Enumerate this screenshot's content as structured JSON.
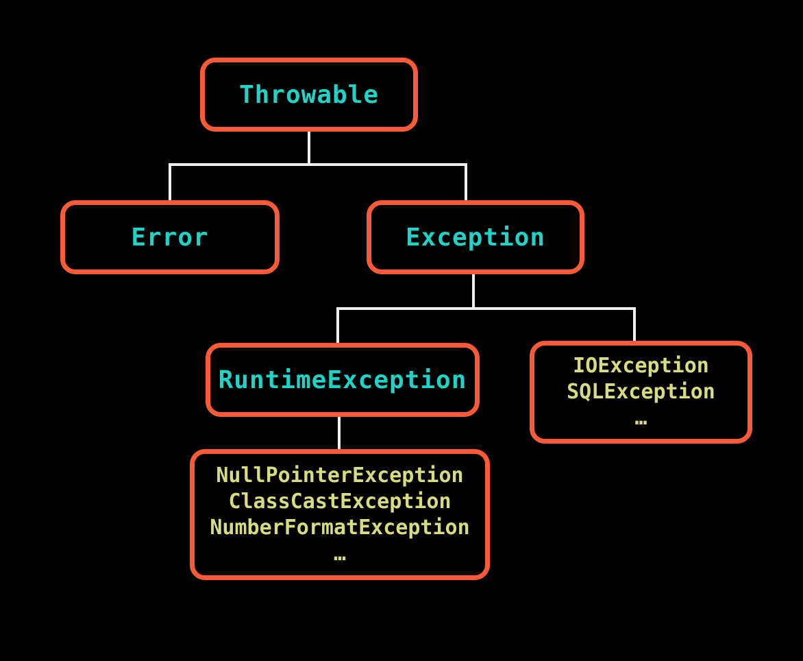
{
  "diagram": {
    "description": "Java Throwable class hierarchy tree",
    "colors": {
      "background": "#000000",
      "node_border": "#F95B38",
      "class_name_text": "#20D3C6",
      "example_text": "#D7DB81",
      "connector_line": "#F2F0EE"
    },
    "nodes": {
      "throwable": {
        "label": "Throwable"
      },
      "error": {
        "label": "Error"
      },
      "exception": {
        "label": "Exception"
      },
      "runtime_exception": {
        "label": "RuntimeException"
      },
      "exception_examples": {
        "lines": [
          "IOException",
          "SQLException",
          "…"
        ]
      },
      "runtime_exception_examples": {
        "lines": [
          "NullPointerException",
          "ClassCastException",
          "NumberFormatException",
          "…"
        ]
      }
    },
    "edges": [
      "Throwable -> Error",
      "Throwable -> Exception",
      "Exception -> RuntimeException",
      "Exception -> IOException/SQLException/…",
      "RuntimeException -> NullPointerException/ClassCastException/NumberFormatException/…"
    ]
  }
}
